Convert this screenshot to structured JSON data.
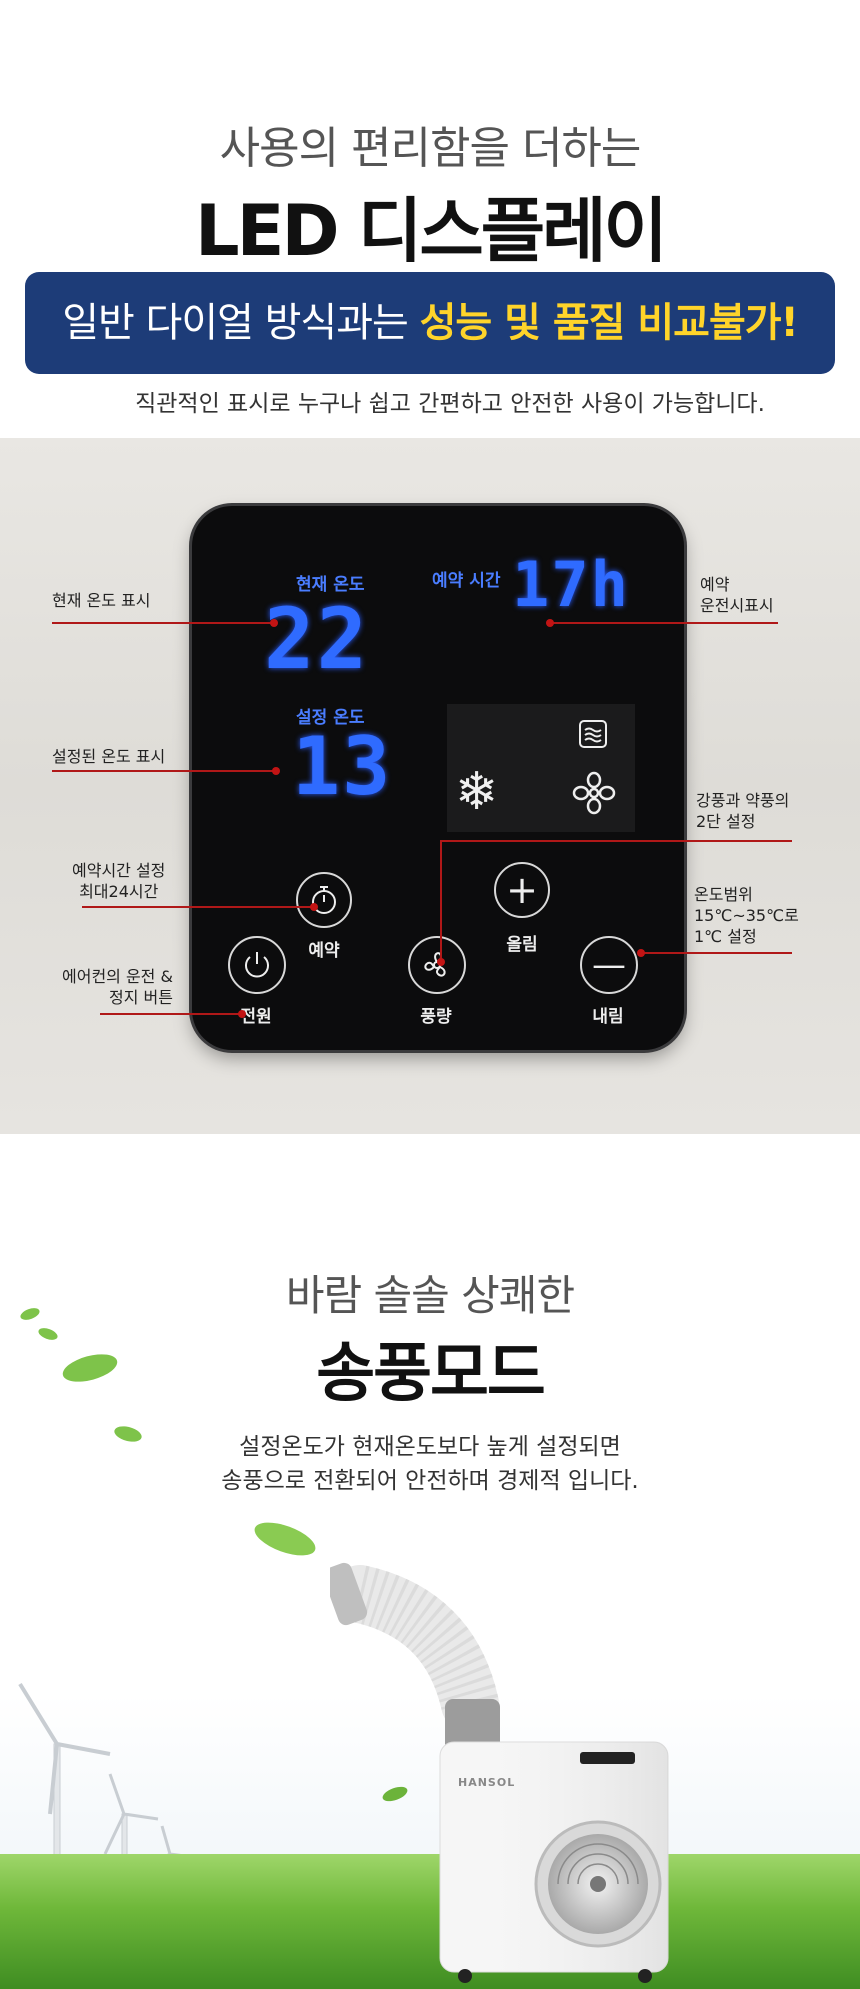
{
  "section1": {
    "subtitle": "사용의 편리함을 더하는",
    "title": "LED 디스플레이",
    "banner_plain": "일반 다이얼 방식과는 ",
    "banner_highlight": "성능 및 품질 비교불가!",
    "caption": "직관적인 표시로 누구나 쉽고 간편하고 안전한 사용이 가능합니다."
  },
  "panel": {
    "current_temp_label": "현재 온도",
    "current_temp_value": "22",
    "set_temp_label": "설정 온도",
    "set_temp_value": "13",
    "timer_label": "예약 시간",
    "timer_value": "17h",
    "buttons": {
      "timer": "예약",
      "up": "올림",
      "power": "전원",
      "fan": "풍량",
      "down": "내림"
    }
  },
  "callouts": {
    "current_temp": "현재 온도 표시",
    "set_temp": "설정된 온도 표시",
    "timer_setting_line1": "예약시간 설정",
    "timer_setting_line2": "최대24시간",
    "power_line1": "에어컨의 운전 &",
    "power_line2": "정지 버튼",
    "reserve_line1": "예약",
    "reserve_line2": "운전시표시",
    "fan_line1": "강풍과 약풍의",
    "fan_line2": "2단 설정",
    "temp_range_line1": "온도범위",
    "temp_range_line2": "15℃~35℃로",
    "temp_range_line3": "1℃ 설정"
  },
  "section3": {
    "subtitle": "바람 솔솔 상쾌한",
    "title": "송풍모드",
    "desc_line1": "설정온도가 현재온도보다 높게 설정되면",
    "desc_line2": "송풍으로 전환되어 안전하며 경제적 입니다.",
    "brand": "HANSOL"
  },
  "colors": {
    "banner_bg": "#1d3c78",
    "banner_highlight": "#ffd42a",
    "led_blue": "#2f6bff",
    "callout_line": "#b01818"
  }
}
